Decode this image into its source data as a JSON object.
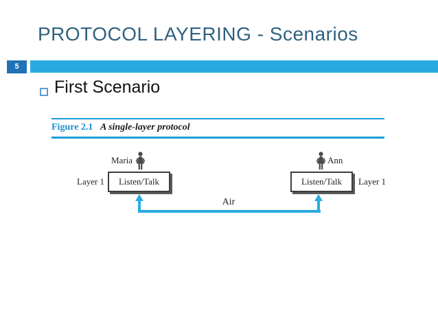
{
  "slide": {
    "title": "PROTOCOL LAYERING - Scenarios",
    "number": "5"
  },
  "bullet": {
    "text": "First Scenario"
  },
  "figure": {
    "label": "Figure 2.1",
    "caption": "A single-layer protocol"
  },
  "diagram": {
    "left": {
      "person": "Maria",
      "layer": "Layer 1",
      "box": "Listen/Talk"
    },
    "right": {
      "person": "Ann",
      "layer": "Layer 1",
      "box": "Listen/Talk"
    },
    "medium": "Air"
  },
  "icons": {
    "left_person": "female-person-icon",
    "right_person": "female-person-icon",
    "bullet": "hollow-square-bullet-icon"
  },
  "colors": {
    "accent_bar": "#29ABE2",
    "number_badge_bg": "#2173B8",
    "title_text": "#31617F",
    "figure_label_blue": "#1B8FD2",
    "figure_rule_blue": "#1B9CD9",
    "connector_blue": "#29ABE2",
    "box_border": "#3d3d3d",
    "box_shadow": "#5a5a5a",
    "person_silhouette": "#4a4a4a"
  }
}
